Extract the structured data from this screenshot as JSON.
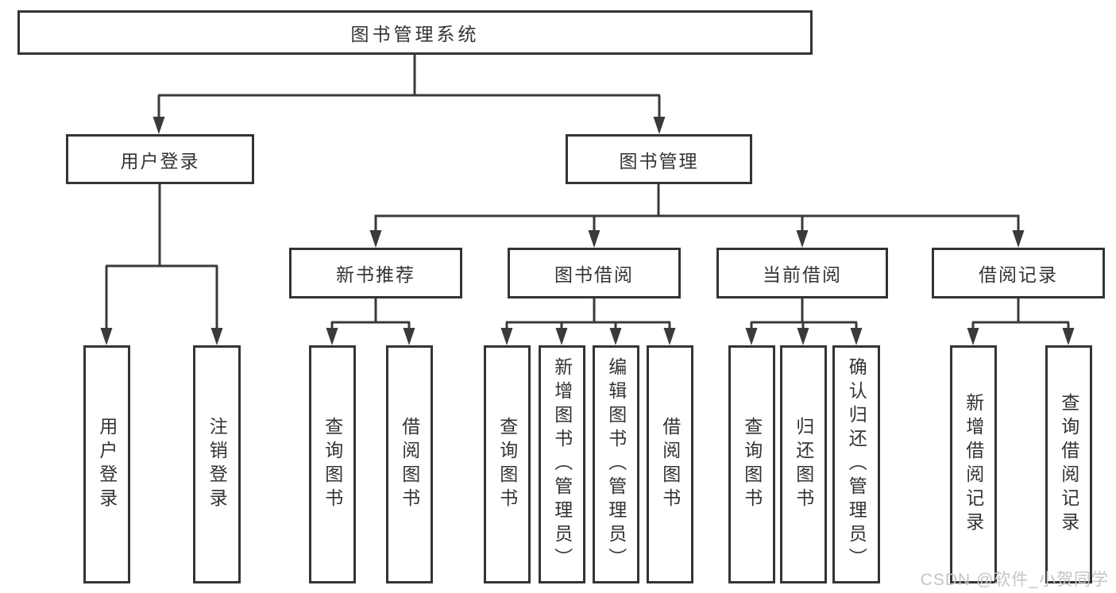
{
  "tree": {
    "label": "图书管理系统",
    "children": [
      {
        "label": "用户登录",
        "children": [
          {
            "label": "用户登录"
          },
          {
            "label": "注销登录"
          }
        ]
      },
      {
        "label": "图书管理",
        "children": [
          {
            "label": "新书推荐",
            "children": [
              {
                "label": "查询图书"
              },
              {
                "label": "借阅图书"
              }
            ]
          },
          {
            "label": "图书借阅",
            "children": [
              {
                "label": "查询图书"
              },
              {
                "label": "新增图书（管理员）"
              },
              {
                "label": "编辑图书（管理员）"
              },
              {
                "label": "借阅图书"
              }
            ]
          },
          {
            "label": "当前借阅",
            "children": [
              {
                "label": "查询图书"
              },
              {
                "label": "归还图书"
              },
              {
                "label": "确认归还（管理员）"
              }
            ]
          },
          {
            "label": "借阅记录",
            "children": [
              {
                "label": "新增借阅记录"
              },
              {
                "label": "查询借阅记录"
              }
            ]
          }
        ]
      }
    ]
  },
  "watermark": {
    "text": "CSDN @软件_小贺同学"
  },
  "colors": {
    "line": "#3a3a3a",
    "border": "#343434",
    "text": "#333333",
    "wm": "#c6c3c8",
    "bg": "#ffffff"
  }
}
